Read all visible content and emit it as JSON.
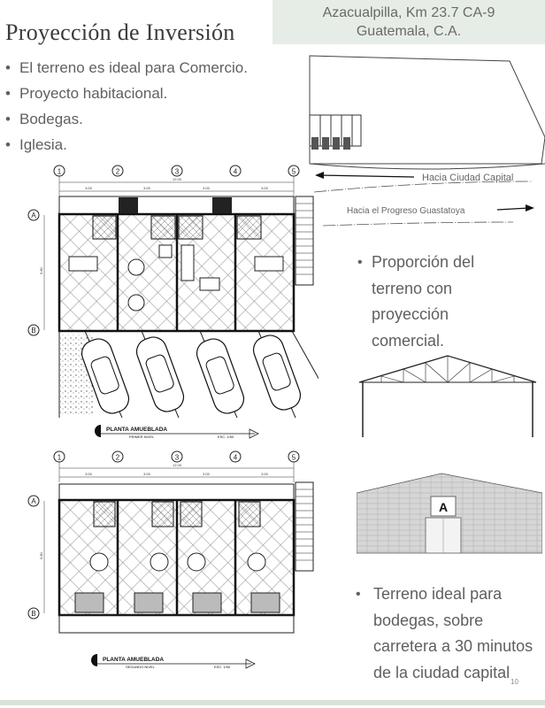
{
  "title": "Proyección de Inversión",
  "location": {
    "line1": "Azacualpilla, Km 23.7 CA-9",
    "line2": "Guatemala, C.A."
  },
  "bullets": [
    "El terreno es ideal para Comercio.",
    "Proyecto habitacional.",
    "Bodegas.",
    "Iglesia."
  ],
  "site_plan": {
    "arrow_top_label": "Hacia Ciudad Capital",
    "arrow_bottom_label": "Hacia el Progreso Guastatoya"
  },
  "right_text_1": [
    "Proporción del",
    "terreno con",
    "proyección",
    "comercial."
  ],
  "right_text_2": [
    "Terreno ideal para",
    "bodegas, sobre",
    "carretera a 30 minutos",
    "de la ciudad capital"
  ],
  "plan_first": {
    "axis_numbers": [
      "1",
      "2",
      "3",
      "4",
      "5"
    ],
    "axis_letters": [
      "A",
      "B"
    ],
    "total_dim": "12.00",
    "bay_dims": [
      "3.00",
      "3.00",
      "3.00",
      "3.00"
    ],
    "side_dim": "5.80",
    "caption": "PLANTA AMUEBLADA",
    "level": "PRIMER NIVEL",
    "scale": "ESC. 1/50"
  },
  "plan_second": {
    "axis_numbers": [
      "1",
      "2",
      "3",
      "4",
      "5"
    ],
    "axis_letters": [
      "A",
      "B"
    ],
    "total_dim": "12.00",
    "bay_dims": [
      "3.00",
      "3.00",
      "3.00",
      "3.00"
    ],
    "side_dim": "5.80",
    "caption": "PLANTA AMUEBLADA",
    "level": "SEGUNDO NIVEL",
    "scale": "ESC. 1/50"
  },
  "warehouse": {
    "door_label": "A"
  },
  "page_number": "10",
  "colors": {
    "header_band": "#e6ede6",
    "text": "#5a5a5a",
    "line": "#222222"
  }
}
